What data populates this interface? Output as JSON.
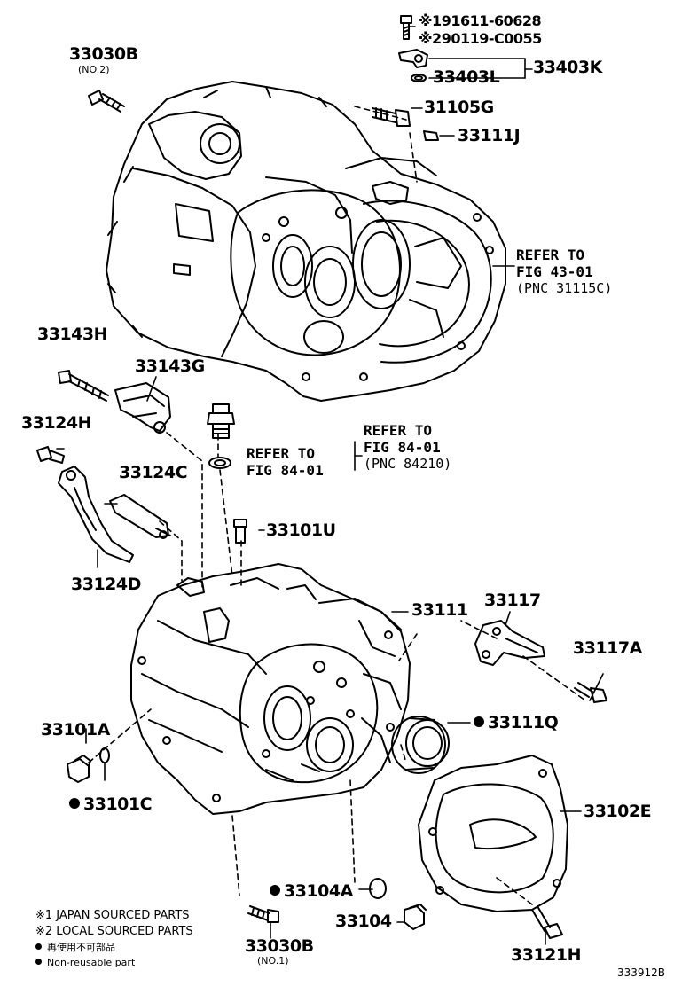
{
  "parts": {
    "p33030B_top": "33030B",
    "p33030B_top_sub": "(NO.2)",
    "bolt_marks": [
      {
        "mark": "※1",
        "part": "91611-60628"
      },
      {
        "mark": "※2",
        "part": "90119-C0055"
      }
    ],
    "p33403L": "33403L",
    "p33403K": "33403K",
    "p31105G": "31105G",
    "p33111J": "33111J",
    "p33143H": "33143H",
    "p33143G": "33143G",
    "p33124H": "33124H",
    "p33124C": "33124C",
    "p33124D": "33124D",
    "p33101U": "33101U",
    "p33111": "33111",
    "p33117": "33117",
    "p33117A": "33117A",
    "p33101A": "33101A",
    "p33101C": "33101C",
    "p33111Q": "33111Q",
    "p33102E": "33102E",
    "p33104A": "33104A",
    "p33104": "33104",
    "p33121H": "33121H",
    "p33030B_bottom": "33030B",
    "p33030B_bottom_sub": "(NO.1)"
  },
  "references": {
    "ref_43": {
      "line1": "REFER TO",
      "line2": "FIG 43-01",
      "line3": "(PNC 31115C)"
    },
    "ref_84_right": {
      "line1": "REFER TO",
      "line2": "FIG 84-01",
      "line3": "(PNC 84210)"
    },
    "ref_84_left": {
      "line1": "REFER TO",
      "line2": "FIG 84-01"
    }
  },
  "legend": {
    "note1": "※1 JAPAN SOURCED PARTS",
    "note2": "※2 LOCAL SOURCED PARTS",
    "note3": "再使用不可部品",
    "note4": "Non-reusable part"
  },
  "figure_id": "333912B"
}
